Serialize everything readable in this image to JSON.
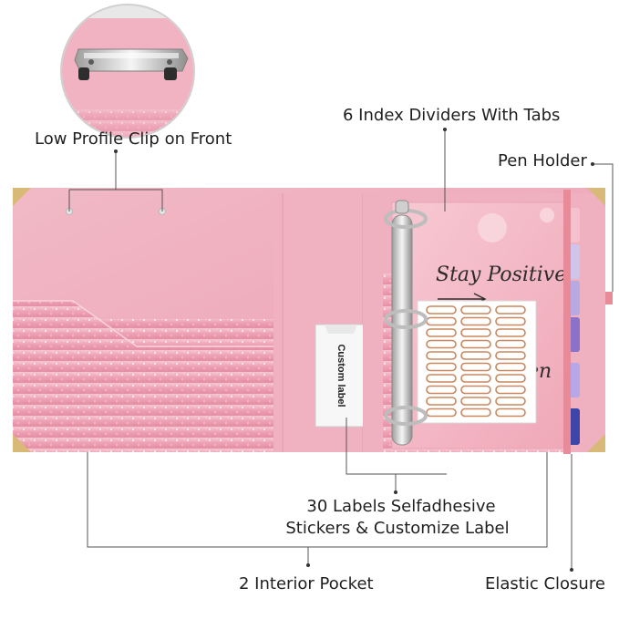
{
  "callouts": {
    "clip": "Low Profile Clip on Front",
    "dividers": "6 Index Dividers With Tabs",
    "pen": "Pen Holder",
    "labels_line1": "30 Labels Selfadhesive",
    "labels_line2": "Stickers & Customize Label",
    "pocket": "2 Interior Pocket",
    "elastic": "Elastic Closure"
  },
  "binder": {
    "spine_label": "Custom label",
    "divider_text_1": "Stay Positive",
    "divider_text_2": "en"
  },
  "colors": {
    "binder_pink": "#efb3c2",
    "glitter_pink": "#f2a8b8",
    "gold_corner": "#d8b977",
    "elastic": "#e88a98",
    "tab_colors": [
      "#f4c1cc",
      "#cfc4ea",
      "#b9a9e2",
      "#8a72c9",
      "#b8a7e6",
      "#3d46a8"
    ]
  }
}
